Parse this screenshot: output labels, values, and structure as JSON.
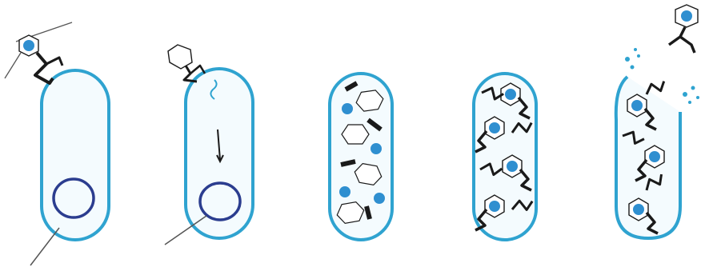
{
  "diagram": {
    "stages": [
      {
        "id": "attachment",
        "icons": [
          "phage-icon",
          "bacterial-cell-icon",
          "dna-circle-icon"
        ]
      },
      {
        "id": "injection",
        "icons": [
          "empty-phage-icon",
          "bacterial-cell-icon",
          "injected-dna-icon",
          "dna-circle-icon"
        ]
      },
      {
        "id": "synthesis",
        "icons": [
          "capsid-icon",
          "phage-head-icon",
          "tail-fiber-icon"
        ]
      },
      {
        "id": "assembly",
        "icons": [
          "phage-icon"
        ]
      },
      {
        "id": "lysis",
        "icons": [
          "ruptured-cell-icon",
          "released-phage-icon"
        ]
      }
    ],
    "colors": {
      "cell_outline": "#2fa3d0",
      "cell_fill": "#f4fbfe",
      "dna": "#2b3d8f",
      "phage_head": "#2f8fd0",
      "tail": "#1a1a1a"
    }
  }
}
